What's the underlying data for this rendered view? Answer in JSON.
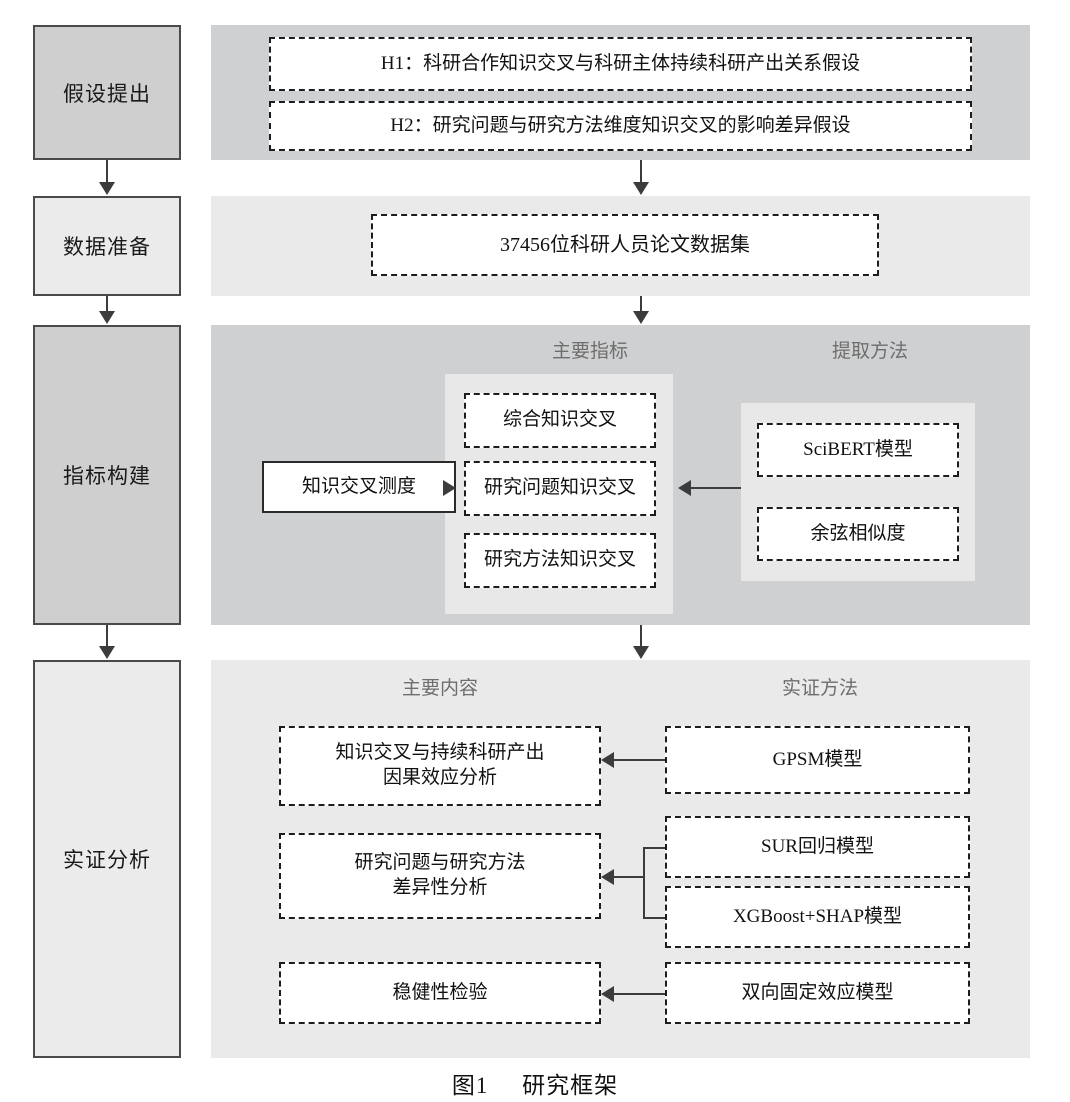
{
  "figure": {
    "caption_label": "图1",
    "caption_title": "研究框架"
  },
  "stages": [
    {
      "id": "hypothesis",
      "label": "假设提出"
    },
    {
      "id": "data",
      "label": "数据准备"
    },
    {
      "id": "indicator",
      "label": "指标构建"
    },
    {
      "id": "empirical",
      "label": "实证分析"
    }
  ],
  "hypothesis_band": {
    "items": [
      {
        "id": "h1",
        "label": "H1：科研合作知识交叉与科研主体持续科研产出关系假设"
      },
      {
        "id": "h2",
        "label": "H2：研究问题与研究方法维度知识交叉的影响差异假设"
      }
    ]
  },
  "data_band": {
    "items": [
      {
        "id": "dataset",
        "label": "37456位科研人员论文数据集"
      }
    ]
  },
  "indicator_band": {
    "headers": {
      "main_indicators": "主要指标",
      "extraction_methods": "提取方法"
    },
    "measure_box": {
      "id": "measure",
      "label": "知识交叉测度"
    },
    "indicators": [
      {
        "id": "comprehensive",
        "label": "综合知识交叉"
      },
      {
        "id": "research-question",
        "label": "研究问题知识交叉"
      },
      {
        "id": "research-method",
        "label": "研究方法知识交叉"
      }
    ],
    "methods": [
      {
        "id": "scibert",
        "label": "SciBERT模型"
      },
      {
        "id": "cosine",
        "label": "余弦相似度"
      }
    ]
  },
  "empirical_band": {
    "headers": {
      "main_content": "主要内容",
      "empirical_methods": "实证方法"
    },
    "contents": [
      {
        "id": "causal",
        "label": "知识交叉与持续科研产出\n因果效应分析"
      },
      {
        "id": "difference",
        "label": "研究问题与研究方法\n差异性分析"
      },
      {
        "id": "robustness",
        "label": "稳健性检验"
      }
    ],
    "methods": [
      {
        "id": "gpsm",
        "label": "GPSM模型"
      },
      {
        "id": "sur",
        "label": "SUR回归模型"
      },
      {
        "id": "xgboost",
        "label": "XGBoost+SHAP模型"
      },
      {
        "id": "twoway-fe",
        "label": "双向固定效应模型"
      }
    ]
  },
  "colors": {
    "band_dark": "#cfd0d1",
    "band_light": "#eaeaea",
    "stage_dark": "#cfcfcf",
    "stage_light": "#ebebeb",
    "subpanel": "#e8e8e8",
    "line": "#3c3c3c",
    "header_text": "#6e6e6e"
  }
}
